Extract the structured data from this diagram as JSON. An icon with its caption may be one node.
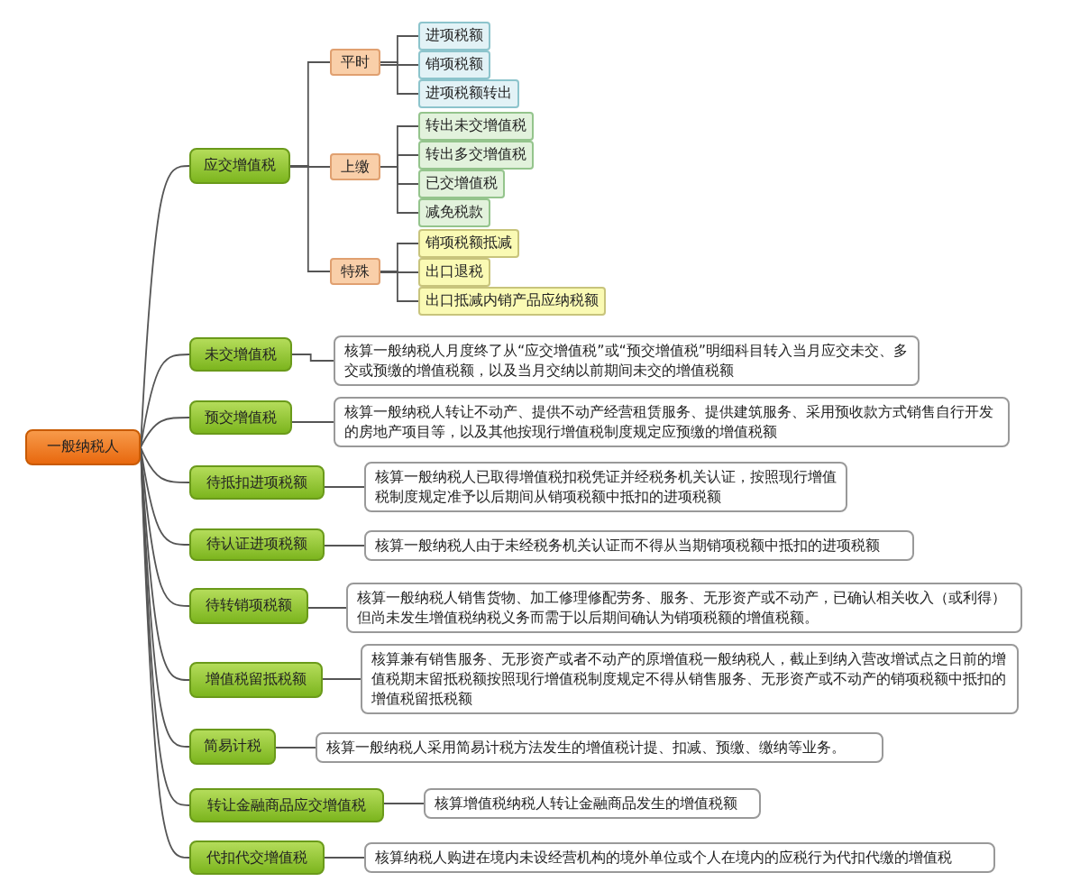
{
  "diagram": {
    "nodes": [
      {
        "text": [
          "一般纳税人"
        ]
      },
      {
        "text": [
          "应交增值税"
        ]
      },
      {
        "text": [
          "平时"
        ]
      },
      {
        "text": [
          "进项税额"
        ]
      },
      {
        "text": [
          "销项税额"
        ]
      },
      {
        "text": [
          "进项税额转出"
        ]
      },
      {
        "text": [
          "上缴"
        ]
      },
      {
        "text": [
          "转出未交增值税"
        ]
      },
      {
        "text": [
          "转出多交增值税"
        ]
      },
      {
        "text": [
          "已交增值税"
        ]
      },
      {
        "text": [
          "减免税款"
        ]
      },
      {
        "text": [
          "特殊"
        ]
      },
      {
        "text": [
          "销项税额抵减"
        ]
      },
      {
        "text": [
          "出口退税"
        ]
      },
      {
        "text": [
          "出口抵减内销产品应纳税额"
        ]
      },
      {
        "text": [
          "未交增值税"
        ]
      },
      {
        "text": [
          "核算一般纳税人月度终了从“应交增值税”或“预交增值税”明细科目转入当月应交未交、多交或预缴的增值税额，以及当月交纳以前期间未交的增值税额"
        ]
      },
      {
        "text": [
          "预交增值税"
        ]
      },
      {
        "text": [
          "核算一般纳税人转让不动产、提供不动产经营租赁服务、提供建筑服务、采用预收款方式销售自行开发的房地产项目等，以及其他按现行增值税制度规定应预缴的增值税额"
        ]
      },
      {
        "text": [
          "待抵扣进项税额"
        ]
      },
      {
        "text": [
          "核算一般纳税人已取得增值税扣税凭证并经税务机关认证，按照现行增值税制度规定准予以后期间从销项税额中抵扣的进项税额"
        ]
      },
      {
        "text": [
          "待认证进项税额"
        ]
      },
      {
        "text": [
          "核算一般纳税人由于未经税务机关认证而不得从当期销项税额中抵扣的进项税额"
        ]
      },
      {
        "text": [
          "待转销项税额"
        ]
      },
      {
        "text": [
          "核算一般纳税人销售货物、加工修理修配劳务、服务、无形资产或不动产，已确认相关收入（或利得）但尚未发生增值税纳税义务而需于以后期间确认为销项税额的增值税额。"
        ]
      },
      {
        "text": [
          "增值税留抵税额"
        ]
      },
      {
        "text": [
          "核算兼有销售服务、无形资产或者不动产的原增值税一般纳税人，截止到纳入营改增试点之日前的增值税期末留抵税额按照现行增值税制度规定不得从销售服务、无形资产或不动产的销项税额中抵扣的增值税留抵税额"
        ]
      },
      {
        "text": [
          "简易计税"
        ]
      },
      {
        "text": [
          "核算一般纳税人采用简易计税方法发生的增值税计提、扣减、预缴、缴纳等业务。"
        ]
      },
      {
        "text": [
          "转让金融商品应交增值税"
        ]
      },
      {
        "text": [
          "核算增值税纳税人转让金融商品发生的增值税额"
        ]
      },
      {
        "text": [
          "代扣代交增值税"
        ]
      },
      {
        "text": [
          "核算纳税人购进在境内未设经营机构的境外单位或个人在境内的应税行为代扣代缴的增值税"
        ]
      }
    ],
    "edges": [
      {
        "from": 0,
        "to": 1,
        "arrow": "none"
      },
      {
        "from": 1,
        "to": 2,
        "arrow": "none"
      },
      {
        "from": 2,
        "to": 3,
        "arrow": "none"
      },
      {
        "from": 2,
        "to": 4,
        "arrow": "none"
      },
      {
        "from": 2,
        "to": 5,
        "arrow": "none"
      },
      {
        "from": 1,
        "to": 6,
        "arrow": "none"
      },
      {
        "from": 6,
        "to": 7,
        "arrow": "none"
      },
      {
        "from": 6,
        "to": 8,
        "arrow": "none"
      },
      {
        "from": 6,
        "to": 9,
        "arrow": "none"
      },
      {
        "from": 6,
        "to": 10,
        "arrow": "none"
      },
      {
        "from": 1,
        "to": 11,
        "arrow": "none"
      },
      {
        "from": 11,
        "to": 12,
        "arrow": "none"
      },
      {
        "from": 11,
        "to": 13,
        "arrow": "none"
      },
      {
        "from": 11,
        "to": 14,
        "arrow": "none"
      },
      {
        "from": 0,
        "to": 15,
        "arrow": "none"
      },
      {
        "from": 15,
        "to": 16,
        "arrow": "none"
      },
      {
        "from": 0,
        "to": 17,
        "arrow": "none"
      },
      {
        "from": 17,
        "to": 18,
        "arrow": "none"
      },
      {
        "from": 0,
        "to": 19,
        "arrow": "none"
      },
      {
        "from": 19,
        "to": 20,
        "arrow": "none"
      },
      {
        "from": 0,
        "to": 21,
        "arrow": "none"
      },
      {
        "from": 21,
        "to": 22,
        "arrow": "none"
      },
      {
        "from": 0,
        "to": 23,
        "arrow": "none"
      },
      {
        "from": 23,
        "to": 24,
        "arrow": "none"
      },
      {
        "from": 0,
        "to": 25,
        "arrow": "none"
      },
      {
        "from": 25,
        "to": 26,
        "arrow": "none"
      },
      {
        "from": 0,
        "to": 27,
        "arrow": "none"
      },
      {
        "from": 27,
        "to": 28,
        "arrow": "none"
      },
      {
        "from": 0,
        "to": 29,
        "arrow": "none"
      },
      {
        "from": 29,
        "to": 30,
        "arrow": "none"
      },
      {
        "from": 0,
        "to": 31,
        "arrow": "none"
      },
      {
        "from": 31,
        "to": 32,
        "arrow": "none"
      }
    ]
  }
}
